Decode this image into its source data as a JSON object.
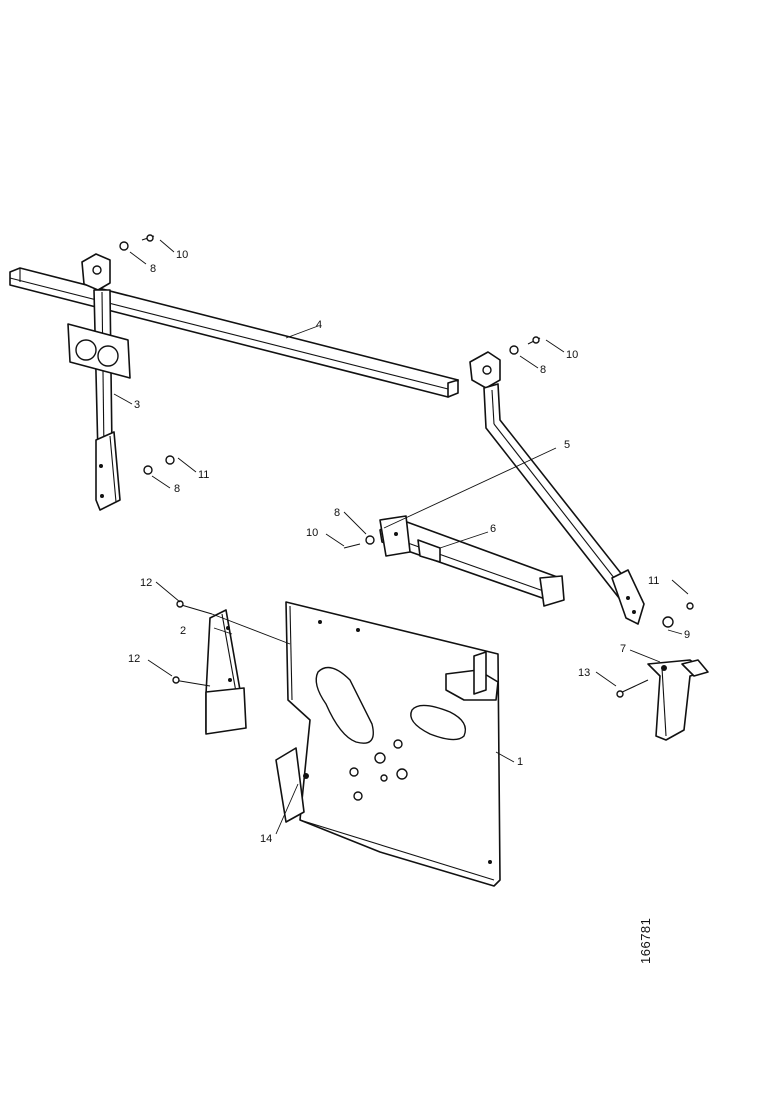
{
  "callouts": {
    "c1": "1",
    "c2": "2",
    "c3": "3",
    "c4": "4",
    "c5": "5",
    "c6": "6",
    "c7": "7",
    "c8a": "8",
    "c8b": "8",
    "c8c": "8",
    "c8d": "8",
    "c9a": "9",
    "c10a": "10",
    "c10b": "10",
    "c10c": "10",
    "c11a": "11",
    "c11b": "11",
    "c12a": "12",
    "c12b": "12",
    "c13": "13",
    "c14": "14"
  },
  "reference_number": "166781"
}
